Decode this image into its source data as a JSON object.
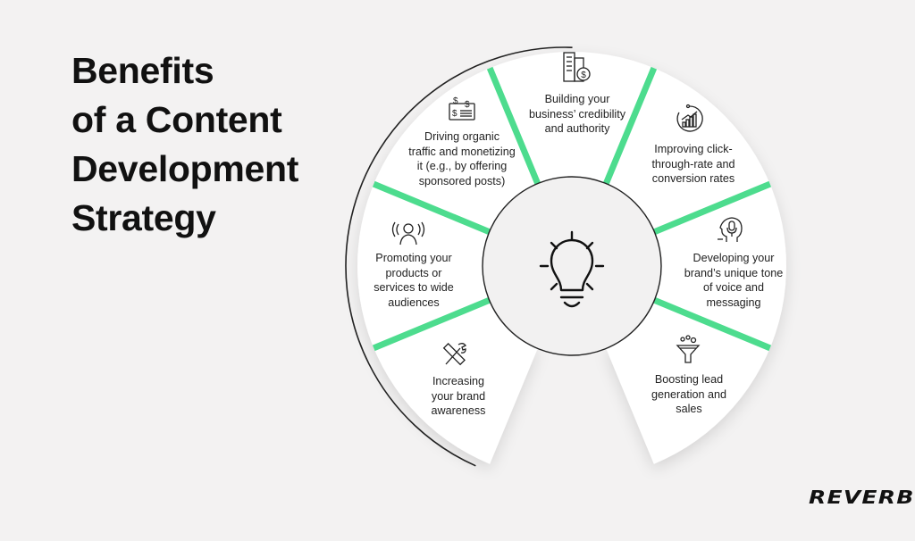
{
  "title": {
    "lines": [
      "Benefits",
      "of a Content",
      "Development",
      "Strategy"
    ]
  },
  "accent_color": "#4ddc8e",
  "center_icon": "lightbulb-icon",
  "segments": [
    {
      "icon": "money-bill-icon",
      "lines": [
        "Driving organic",
        "traffic and monetizing",
        "it (e.g., by offering",
        "sponsored posts)"
      ]
    },
    {
      "icon": "building-dollar-icon",
      "lines": [
        "Building your",
        "business’ credibility",
        "and authority"
      ]
    },
    {
      "icon": "growth-chart-icon",
      "lines": [
        "Improving click-",
        "through-rate and",
        "conversion rates"
      ]
    },
    {
      "icon": "person-broadcast-icon",
      "lines": [
        "Promoting your",
        "products or",
        "services to wide",
        "audiences"
      ]
    },
    {
      "icon": "head-microphone-icon",
      "lines": [
        "Developing your",
        "brand’s unique tone",
        "of voice and",
        "messaging"
      ]
    },
    {
      "icon": "tools-icon",
      "lines": [
        "Increasing",
        "your brand",
        "awareness"
      ]
    },
    {
      "icon": "funnel-icon",
      "lines": [
        "Boosting lead",
        "generation and",
        "sales"
      ]
    }
  ],
  "logo": {
    "text": "REVERB"
  }
}
